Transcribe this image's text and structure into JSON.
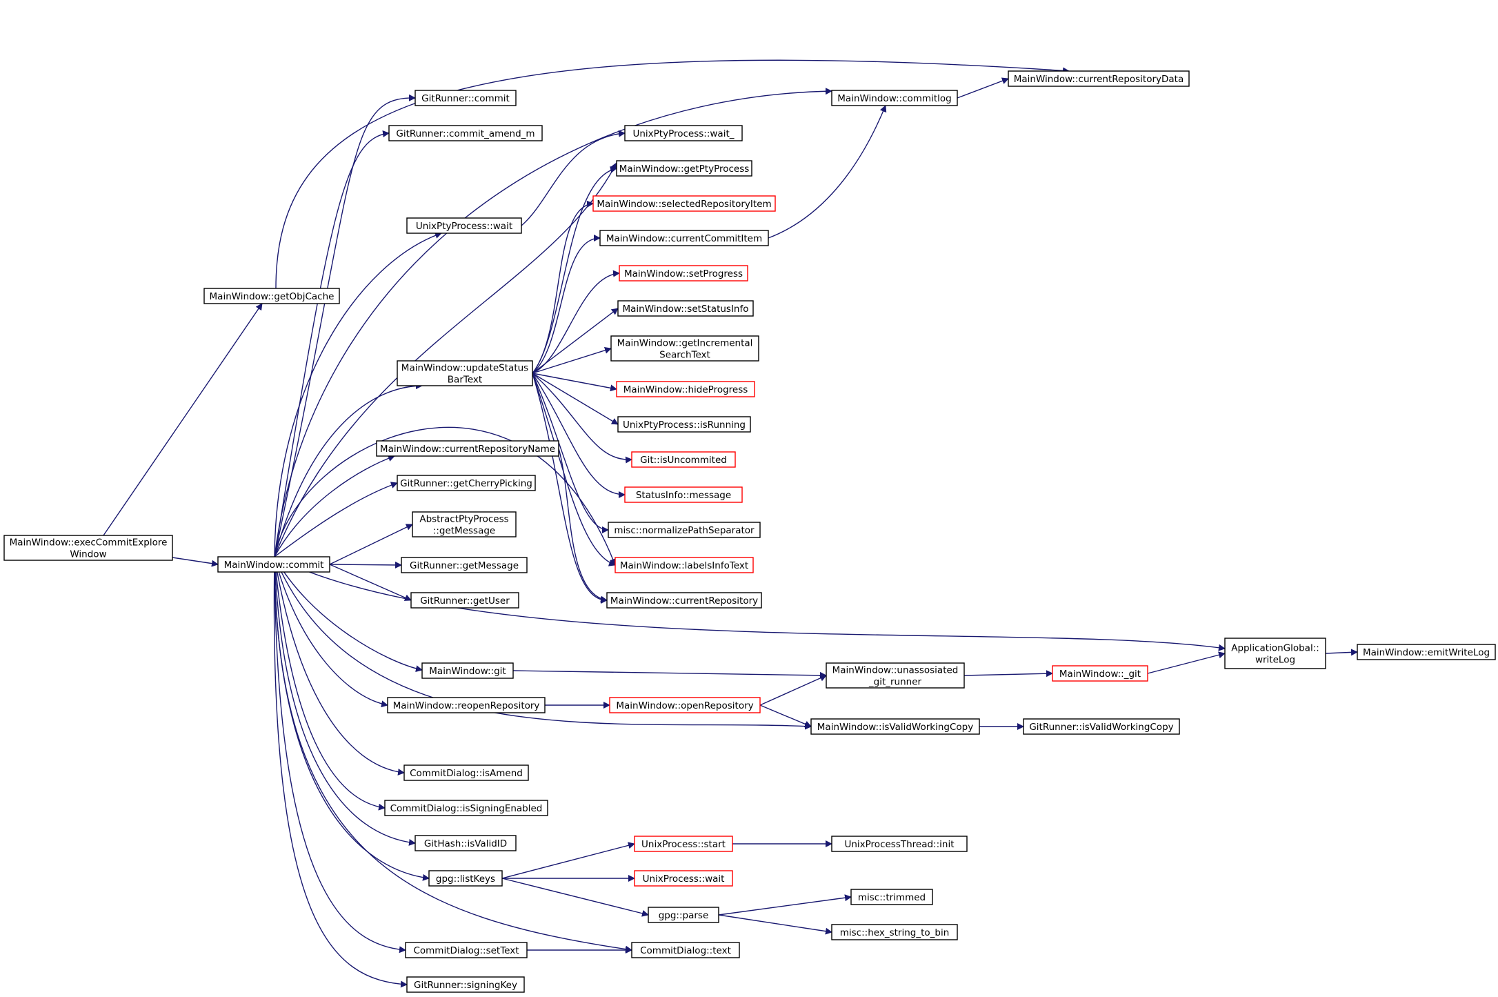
{
  "colors": {
    "edge": "#191970",
    "border_normal": "#000000",
    "border_truncated": "#ff0000",
    "focus_fill": "#bfbfbf",
    "node_fill": "#ffffff"
  },
  "nodes": [
    {
      "id": "execCommitExploreWindow",
      "label": [
        "MainWindow::execCommitExplore",
        "Window"
      ],
      "style": "focus"
    },
    {
      "id": "commit",
      "label": [
        "MainWindow::commit"
      ],
      "style": "normal"
    },
    {
      "id": "getObjCache",
      "label": [
        "MainWindow::getObjCache"
      ],
      "style": "normal"
    },
    {
      "id": "currentRepositoryData",
      "label": [
        "MainWindow::currentRepositoryData"
      ],
      "style": "normal"
    },
    {
      "id": "gr_commit",
      "label": [
        "GitRunner::commit"
      ],
      "style": "normal"
    },
    {
      "id": "gr_commit_amend_m",
      "label": [
        "GitRunner::commit_amend_m"
      ],
      "style": "normal"
    },
    {
      "id": "commitlog",
      "label": [
        "MainWindow::commitlog"
      ],
      "style": "normal"
    },
    {
      "id": "upty_wait_",
      "label": [
        "UnixPtyProcess::wait_"
      ],
      "style": "normal"
    },
    {
      "id": "getPtyProcess",
      "label": [
        "MainWindow::getPtyProcess"
      ],
      "style": "normal"
    },
    {
      "id": "upty_wait",
      "label": [
        "UnixPtyProcess::wait"
      ],
      "style": "normal"
    },
    {
      "id": "selectedRepositoryItem",
      "label": [
        "MainWindow::selectedRepositoryItem"
      ],
      "style": "truncated"
    },
    {
      "id": "currentCommitItem",
      "label": [
        "MainWindow::currentCommitItem"
      ],
      "style": "normal"
    },
    {
      "id": "setProgress",
      "label": [
        "MainWindow::setProgress"
      ],
      "style": "truncated"
    },
    {
      "id": "setStatusInfo",
      "label": [
        "MainWindow::setStatusInfo"
      ],
      "style": "normal"
    },
    {
      "id": "getIncrementalSearchText",
      "label": [
        "MainWindow::getIncremental",
        "SearchText"
      ],
      "style": "normal"
    },
    {
      "id": "updateStatusBarText",
      "label": [
        "MainWindow::updateStatus",
        "BarText"
      ],
      "style": "normal"
    },
    {
      "id": "hideProgress",
      "label": [
        "MainWindow::hideProgress"
      ],
      "style": "truncated"
    },
    {
      "id": "upty_isRunning",
      "label": [
        "UnixPtyProcess::isRunning"
      ],
      "style": "normal"
    },
    {
      "id": "currentRepositoryName",
      "label": [
        "MainWindow::currentRepositoryName"
      ],
      "style": "normal"
    },
    {
      "id": "git_isUncommited",
      "label": [
        "Git::isUncommited"
      ],
      "style": "truncated"
    },
    {
      "id": "gr_getCherryPicking",
      "label": [
        "GitRunner::getCherryPicking"
      ],
      "style": "normal"
    },
    {
      "id": "statusinfo_message",
      "label": [
        "StatusInfo::message"
      ],
      "style": "truncated"
    },
    {
      "id": "apty_getMessage",
      "label": [
        "AbstractPtyProcess",
        "::getMessage"
      ],
      "style": "normal"
    },
    {
      "id": "misc_normalizePathSeparator",
      "label": [
        "misc::normalizePathSeparator"
      ],
      "style": "normal"
    },
    {
      "id": "gr_getMessage",
      "label": [
        "GitRunner::getMessage"
      ],
      "style": "normal"
    },
    {
      "id": "labelsInfoText",
      "label": [
        "MainWindow::labelsInfoText"
      ],
      "style": "truncated"
    },
    {
      "id": "gr_getUser",
      "label": [
        "GitRunner::getUser"
      ],
      "style": "normal"
    },
    {
      "id": "currentRepository",
      "label": [
        "MainWindow::currentRepository"
      ],
      "style": "normal"
    },
    {
      "id": "writeLog",
      "label": [
        "ApplicationGlobal::",
        "writeLog"
      ],
      "style": "normal"
    },
    {
      "id": "emitWriteLog",
      "label": [
        "MainWindow::emitWriteLog"
      ],
      "style": "normal"
    },
    {
      "id": "mw_git",
      "label": [
        "MainWindow::git"
      ],
      "style": "normal"
    },
    {
      "id": "unassosiated_git_runner",
      "label": [
        "MainWindow::unassosiated",
        "_git_runner"
      ],
      "style": "normal"
    },
    {
      "id": "mw__git",
      "label": [
        "MainWindow::_git"
      ],
      "style": "truncated"
    },
    {
      "id": "reopenRepository",
      "label": [
        "MainWindow::reopenRepository"
      ],
      "style": "normal"
    },
    {
      "id": "openRepository",
      "label": [
        "MainWindow::openRepository"
      ],
      "style": "truncated"
    },
    {
      "id": "mw_isValidWorkingCopy",
      "label": [
        "MainWindow::isValidWorkingCopy"
      ],
      "style": "normal"
    },
    {
      "id": "gr_isValidWorkingCopy",
      "label": [
        "GitRunner::isValidWorkingCopy"
      ],
      "style": "normal"
    },
    {
      "id": "cd_isAmend",
      "label": [
        "CommitDialog::isAmend"
      ],
      "style": "normal"
    },
    {
      "id": "cd_isSigningEnabled",
      "label": [
        "CommitDialog::isSigningEnabled"
      ],
      "style": "normal"
    },
    {
      "id": "githash_isValidID",
      "label": [
        "GitHash::isValidID"
      ],
      "style": "normal"
    },
    {
      "id": "up_start",
      "label": [
        "UnixProcess::start"
      ],
      "style": "truncated"
    },
    {
      "id": "upt_init",
      "label": [
        "UnixProcessThread::init"
      ],
      "style": "normal"
    },
    {
      "id": "gpg_listKeys",
      "label": [
        "gpg::listKeys"
      ],
      "style": "normal"
    },
    {
      "id": "up_wait",
      "label": [
        "UnixProcess::wait"
      ],
      "style": "truncated"
    },
    {
      "id": "misc_trimmed",
      "label": [
        "misc::trimmed"
      ],
      "style": "normal"
    },
    {
      "id": "gpg_parse",
      "label": [
        "gpg::parse"
      ],
      "style": "normal"
    },
    {
      "id": "misc_hex_string_to_bin",
      "label": [
        "misc::hex_string_to_bin"
      ],
      "style": "normal"
    },
    {
      "id": "cd_setText",
      "label": [
        "CommitDialog::setText"
      ],
      "style": "normal"
    },
    {
      "id": "cd_text",
      "label": [
        "CommitDialog::text"
      ],
      "style": "normal"
    },
    {
      "id": "gr_signingKey",
      "label": [
        "GitRunner::signingKey"
      ],
      "style": "normal"
    }
  ],
  "edges": [
    [
      "execCommitExploreWindow",
      "commit"
    ],
    [
      "execCommitExploreWindow",
      "getObjCache"
    ],
    [
      "getObjCache",
      "currentRepositoryData"
    ],
    [
      "commitlog",
      "currentRepositoryData"
    ],
    [
      "currentCommitItem",
      "commitlog"
    ],
    [
      "upty_wait",
      "upty_wait_"
    ],
    [
      "commit",
      "gr_commit"
    ],
    [
      "commit",
      "gr_commit_amend_m"
    ],
    [
      "commit",
      "commitlog"
    ],
    [
      "commit",
      "getPtyProcess"
    ],
    [
      "commit",
      "upty_wait"
    ],
    [
      "commit",
      "updateStatusBarText"
    ],
    [
      "commit",
      "labelsInfoText"
    ],
    [
      "commit",
      "currentRepositoryName"
    ],
    [
      "commit",
      "gr_getCherryPicking"
    ],
    [
      "commit",
      "apty_getMessage"
    ],
    [
      "commit",
      "gr_getMessage"
    ],
    [
      "commit",
      "gr_getUser"
    ],
    [
      "commit",
      "writeLog"
    ],
    [
      "commit",
      "mw_git"
    ],
    [
      "commit",
      "reopenRepository"
    ],
    [
      "commit",
      "mw_isValidWorkingCopy"
    ],
    [
      "commit",
      "cd_isAmend"
    ],
    [
      "commit",
      "cd_isSigningEnabled"
    ],
    [
      "commit",
      "githash_isValidID"
    ],
    [
      "commit",
      "gpg_listKeys"
    ],
    [
      "commit",
      "cd_text"
    ],
    [
      "commit",
      "cd_setText"
    ],
    [
      "commit",
      "gr_signingKey"
    ],
    [
      "updateStatusBarText",
      "getPtyProcess"
    ],
    [
      "updateStatusBarText",
      "selectedRepositoryItem"
    ],
    [
      "updateStatusBarText",
      "currentCommitItem"
    ],
    [
      "updateStatusBarText",
      "setProgress"
    ],
    [
      "updateStatusBarText",
      "setStatusInfo"
    ],
    [
      "updateStatusBarText",
      "getIncrementalSearchText"
    ],
    [
      "updateStatusBarText",
      "hideProgress"
    ],
    [
      "updateStatusBarText",
      "upty_isRunning"
    ],
    [
      "updateStatusBarText",
      "git_isUncommited"
    ],
    [
      "updateStatusBarText",
      "statusinfo_message"
    ],
    [
      "updateStatusBarText",
      "misc_normalizePathSeparator"
    ],
    [
      "updateStatusBarText",
      "labelsInfoText"
    ],
    [
      "updateStatusBarText",
      "currentRepository"
    ],
    [
      "currentRepositoryName",
      "currentRepository"
    ],
    [
      "writeLog",
      "emitWriteLog"
    ],
    [
      "mw_git",
      "unassosiated_git_runner"
    ],
    [
      "unassosiated_git_runner",
      "mw__git"
    ],
    [
      "mw__git",
      "writeLog"
    ],
    [
      "reopenRepository",
      "openRepository"
    ],
    [
      "openRepository",
      "unassosiated_git_runner"
    ],
    [
      "openRepository",
      "mw_isValidWorkingCopy"
    ],
    [
      "mw_isValidWorkingCopy",
      "gr_isValidWorkingCopy"
    ],
    [
      "gpg_listKeys",
      "up_start"
    ],
    [
      "gpg_listKeys",
      "up_wait"
    ],
    [
      "gpg_listKeys",
      "gpg_parse"
    ],
    [
      "up_start",
      "upt_init"
    ],
    [
      "gpg_parse",
      "misc_trimmed"
    ],
    [
      "gpg_parse",
      "misc_hex_string_to_bin"
    ],
    [
      "cd_setText",
      "cd_text"
    ]
  ]
}
